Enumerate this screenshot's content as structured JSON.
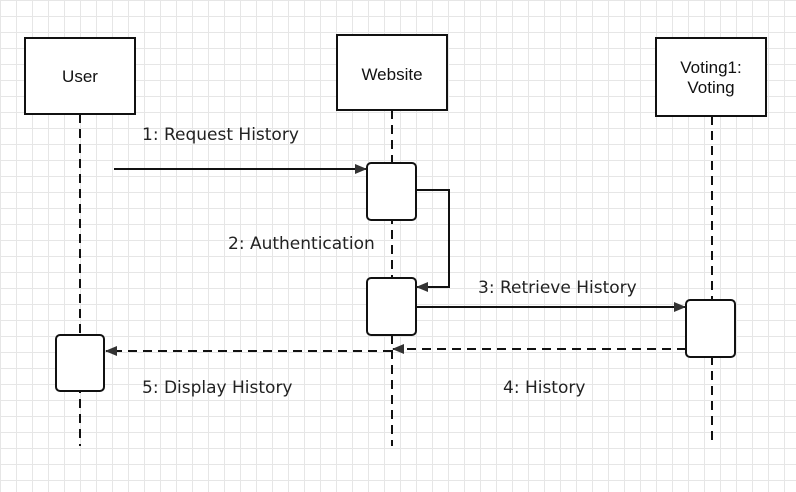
{
  "participants": [
    {
      "id": "user",
      "label_lines": [
        "User"
      ]
    },
    {
      "id": "website",
      "label_lines": [
        "Website"
      ]
    },
    {
      "id": "voting",
      "label_lines": [
        "Voting1:",
        "Voting"
      ]
    }
  ],
  "messages": [
    {
      "label": "1: Request History",
      "from": "user",
      "to": "website",
      "style": "solid"
    },
    {
      "label": "2: Authentication",
      "from": "website",
      "to": "website",
      "style": "solid"
    },
    {
      "label": "3: Retrieve History",
      "from": "website",
      "to": "voting",
      "style": "solid"
    },
    {
      "label": "4: History",
      "from": "voting",
      "to": "website",
      "style": "dashed"
    },
    {
      "label": "5: Display History",
      "from": "website",
      "to": "user",
      "style": "dashed"
    }
  ],
  "colors": {
    "line": "#111111",
    "arrow": "#333333",
    "grid": "#e6e6e6"
  }
}
